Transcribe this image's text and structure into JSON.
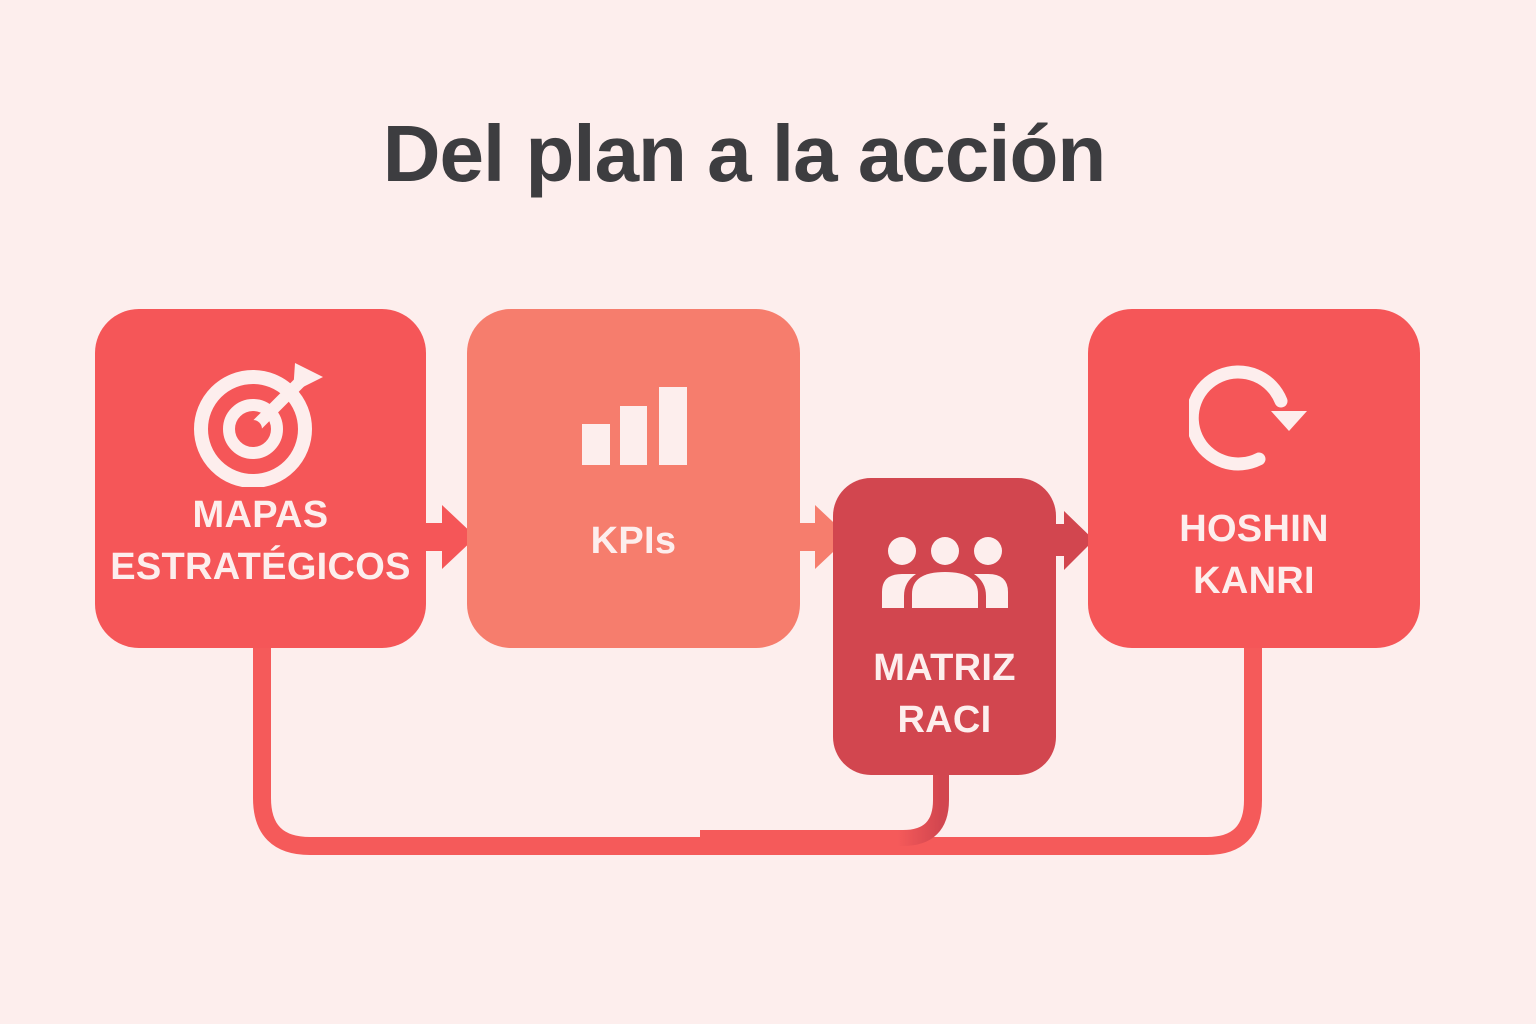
{
  "title": "Del plan a la acción",
  "colors": {
    "background": "#fdeeed",
    "title_text": "#3d3d40",
    "box_primary": "#f55658",
    "box_light": "#f67d6d",
    "box_dark": "#d2464f",
    "label_text": "#fdeeed",
    "connector": "#f55a5a"
  },
  "steps": [
    {
      "id": "mapas",
      "label": "MAPAS\nESTRATÉGICOS",
      "icon": "target-icon"
    },
    {
      "id": "kpis",
      "label": "KPIs",
      "icon": "bar-chart-icon"
    },
    {
      "id": "raci",
      "label": "MATRIZ\nRACI",
      "icon": "people-group-icon"
    },
    {
      "id": "hoshin",
      "label": "HOSHIN\nKANRI",
      "icon": "cycle-arrow-icon"
    }
  ],
  "flow": [
    {
      "from": "mapas",
      "to": "kpis",
      "type": "arrow"
    },
    {
      "from": "kpis",
      "to": "raci",
      "type": "arrow"
    },
    {
      "from": "raci",
      "to": "hoshin",
      "type": "arrow"
    },
    {
      "from": "mapas",
      "to": "raci",
      "type": "bottom-connector"
    },
    {
      "from": "raci",
      "to": "hoshin",
      "type": "bottom-connector"
    }
  ]
}
